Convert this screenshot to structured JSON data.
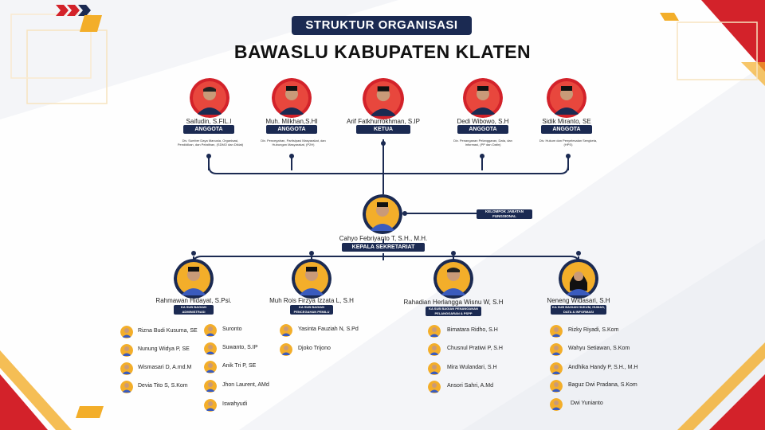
{
  "header": {
    "title": "STRUKTUR ORGANISASI",
    "subtitle": "BAWASLU KABUPATEN KLATEN"
  },
  "colors": {
    "navy": "#1b2a52",
    "red": "#d3222a",
    "gold": "#f3ae2a",
    "accent_red": "#e11b22"
  },
  "members": [
    {
      "name": "Saifudin, S.FIL.I",
      "role": "ANGGOTA",
      "desc": "Div. Sumber Daya Manusia, Organisasi, Pendidikan, dan Pelatihan, (SDMO dan Diklat)"
    },
    {
      "name": "Muh. Milkhan,S.HI",
      "role": "ANGGOTA",
      "desc": "Div. Pencegahan, Partisipasi Masyarakat, dan Hubungan Masyarakat, (P2H)"
    },
    {
      "name": "Arif Fatkhurrokhman, S.IP",
      "role": "KETUA",
      "desc": ""
    },
    {
      "name": "Dedi Wibowo, S.H",
      "role": "ANGGOTA",
      "desc": "Div. Penanganan Pelanggaran, Data, dan Informasi, (PP dan Datin)"
    },
    {
      "name": "Sidik Miranto, SE",
      "role": "ANGGOTA",
      "desc": "Div. Hukum dan Penyelesaian Sengketa, (HPS)"
    }
  ],
  "secretary": {
    "name": "Cahyo Febriyanto T, S.H., M.H.",
    "role": "KEPALA SEKRETARIAT",
    "group_label": "KELOMPOK JABATAN FUNGSIONAL"
  },
  "subheads": [
    {
      "name": "Rahmawan Hidayat, S.Psi.",
      "role": "KA SUB BAGIAN ADMINISTRASI"
    },
    {
      "name": "Muh Rois Firzya Izzata L, S.H",
      "role": "KA SUB BAGIAN PENCEGAHAN PEMILU"
    },
    {
      "name": "Rahadian Herlangga Wisnu W, S.H",
      "role": "KA SUB BAGIAN PENANGANAN PELANGGARAN & PSPP"
    },
    {
      "name": "Neneng Widasari, S.H",
      "role": "KA SUB BAGIAN HUKUM, HUMAS, DATA & INFORMASI"
    }
  ],
  "staff": {
    "administrasi_a": [
      "Rizna Budi Kusuma, SE",
      "Nunung Widya P, SE",
      "Wismasari D, A.md.M",
      "Devia Tito S, S.Kom"
    ],
    "administrasi_b": [
      "Suronto",
      "Suwanto, S.IP",
      "Anik Tri P, SE",
      "Jhon Laurent, AMd",
      "Iswahyudi"
    ],
    "pencegahan": [
      "Yasinta Fauziah N, S.Pd",
      "Djoko Trijono"
    ],
    "penanganan": [
      "Bimatara Ridho, S.H",
      "Chusnul Pratiwi P, S.H",
      "Mira Wulandari, S.H",
      "Ansori Sahri, A.Md"
    ],
    "hukum": [
      "Rizky Riyadi, S.Kom",
      "Wahyu Setiawan, S.Kom",
      "Andhika Handy P, S.H., M.H",
      "Baguz Dwi Pradana, S.Kom",
      "Dwi Yunianto"
    ]
  }
}
